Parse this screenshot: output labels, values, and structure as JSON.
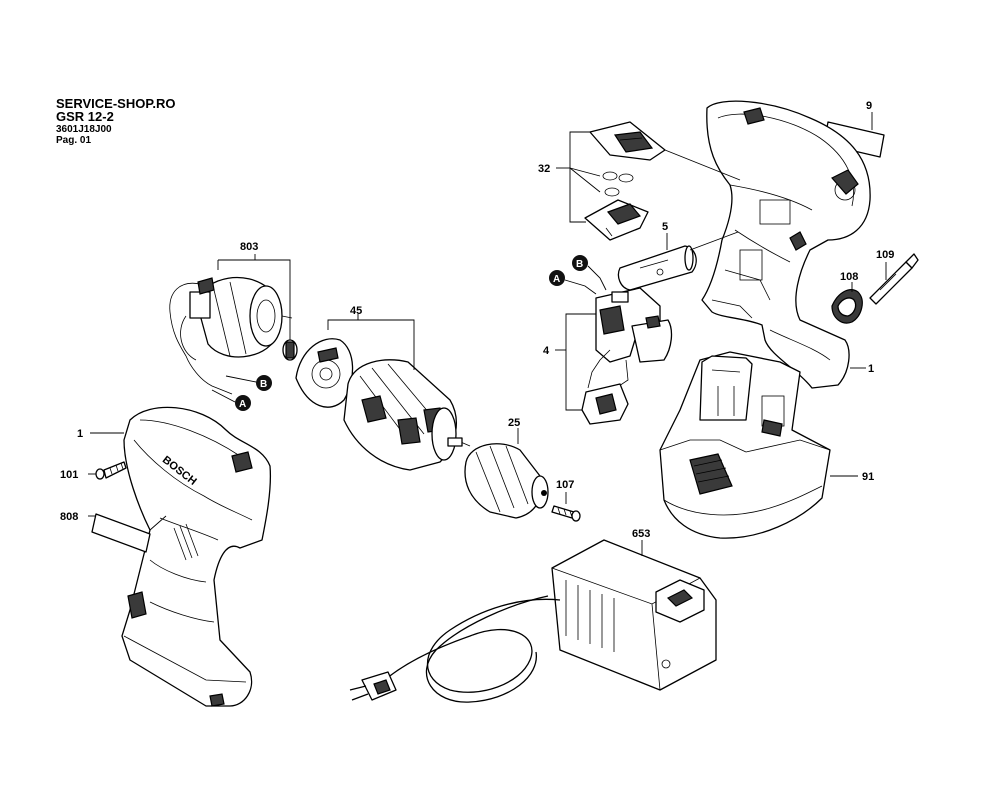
{
  "header": {
    "shop": "SERVICE-SHOP.RO",
    "model": "GSR 12-2",
    "code": "3601J18J00",
    "page": "Pag. 01"
  },
  "labels": {
    "p9": "9",
    "p32": "32",
    "p5": "5",
    "p109": "109",
    "p108": "108",
    "p1_right": "1",
    "p4": "4",
    "p91": "91",
    "p803": "803",
    "p45": "45",
    "p25": "25",
    "p107": "107",
    "p1_left": "1",
    "p101": "101",
    "p808": "808",
    "p653": "653",
    "connA": "A",
    "connB": "B",
    "brand": "BOSCH"
  }
}
